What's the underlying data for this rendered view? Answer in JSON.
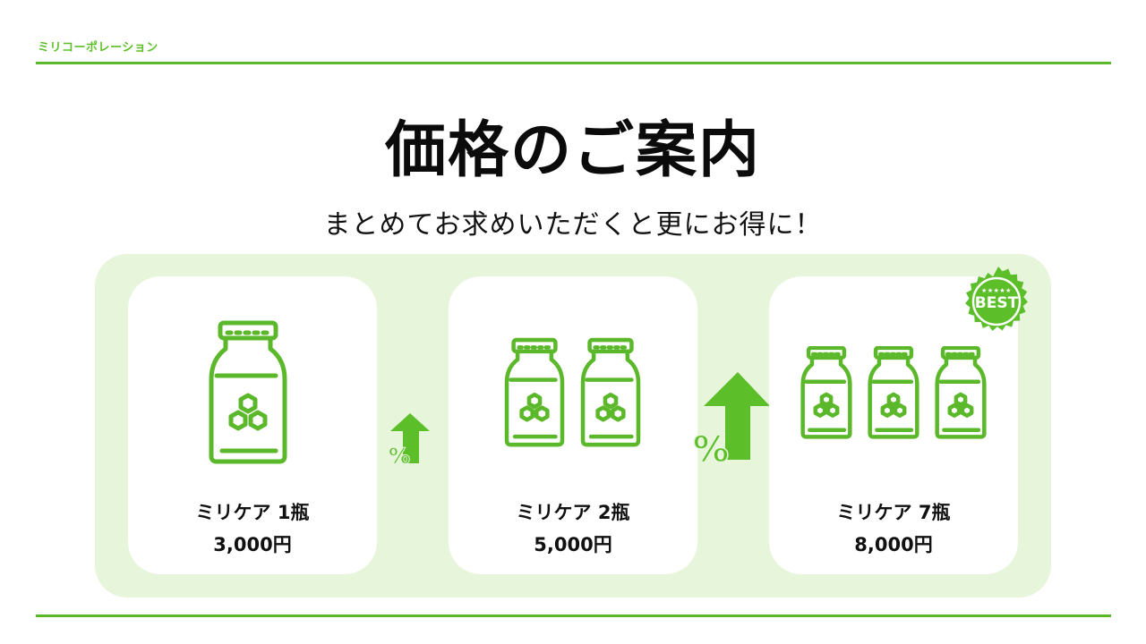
{
  "header": {
    "company": "ミリコーポレーション"
  },
  "title": "価格のご案内",
  "subtitle": "まとめてお求めいただくと更にお得に！",
  "colors": {
    "accent": "#5cb82b",
    "panel_bg": "#e7f5da",
    "card_bg": "#ffffff",
    "text": "#111111"
  },
  "plans": [
    {
      "name": "ミリケア 1瓶",
      "price": "3,000円",
      "bottles": 1
    },
    {
      "name": "ミリケア 2瓶",
      "price": "5,000円",
      "bottles": 2
    },
    {
      "name": "ミリケア 7瓶",
      "price": "8,000円",
      "bottles": 3,
      "badge": {
        "stars": "★★★★★",
        "text": "BEST"
      }
    }
  ],
  "arrows": [
    {
      "icon": "percent-up-arrow-icon",
      "symbol": "%"
    },
    {
      "icon": "percent-up-arrow-icon",
      "symbol": "%"
    }
  ]
}
